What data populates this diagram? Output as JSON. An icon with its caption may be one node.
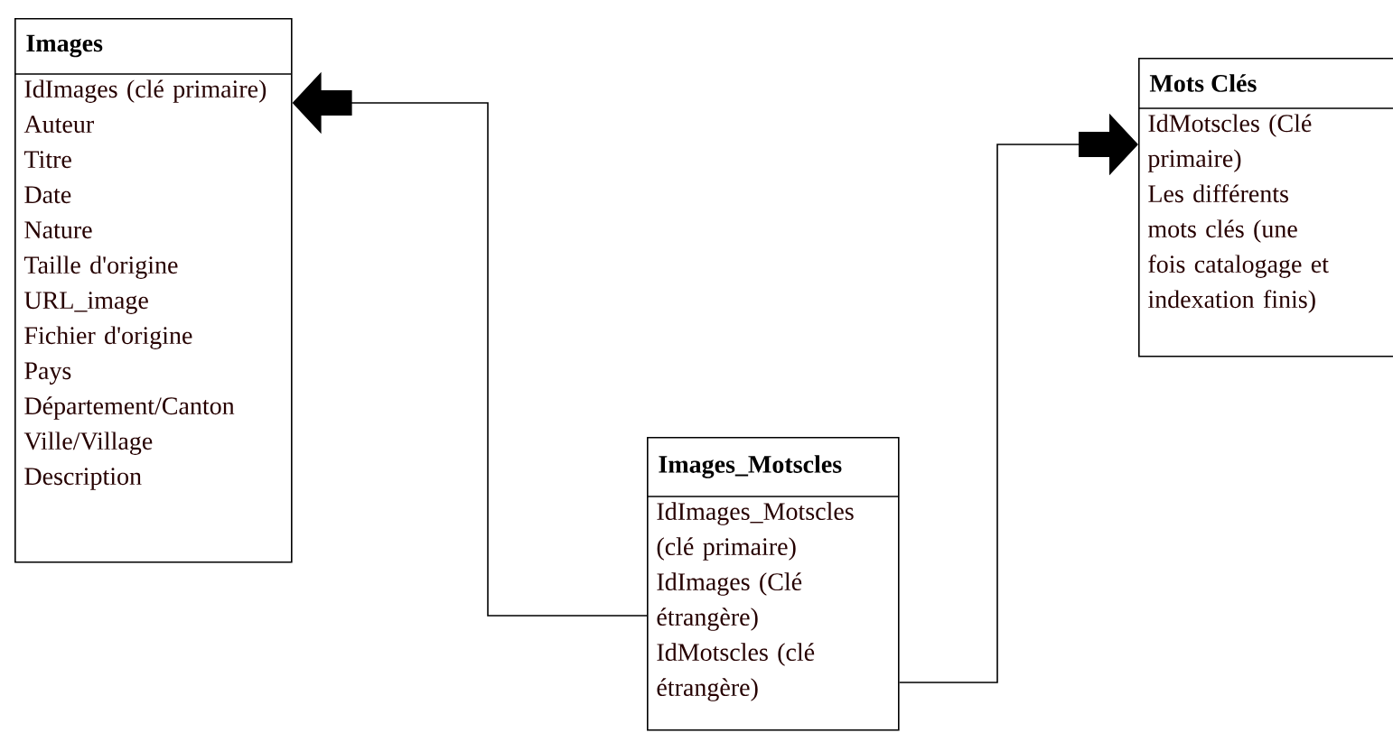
{
  "diagram": {
    "nodes": [
      {
        "text": [
          "Images",
          "IdImages (clé primaire)",
          "Auteur",
          "Titre",
          "Date",
          "Nature",
          "Taille d'origine",
          "URL_image",
          "Fichier d'origine",
          "Pays",
          "Département/Canton",
          "Ville/Village",
          "Description"
        ]
      },
      {
        "text": [
          "Mots Clés",
          "IdMotscles (Clé primaire)",
          "Les différents mots clés (une fois catalogage et indexation finis)"
        ]
      },
      {
        "text": [
          "Images_Motscles",
          "IdImages_Motscles (clé primaire)",
          "IdImages (Clé étrangère)",
          "IdMotscles (clé étrangère)"
        ]
      }
    ],
    "edges": [
      {
        "from": 2,
        "to": 0,
        "arrow": "to"
      },
      {
        "from": 2,
        "to": 1,
        "arrow": "to"
      }
    ]
  }
}
